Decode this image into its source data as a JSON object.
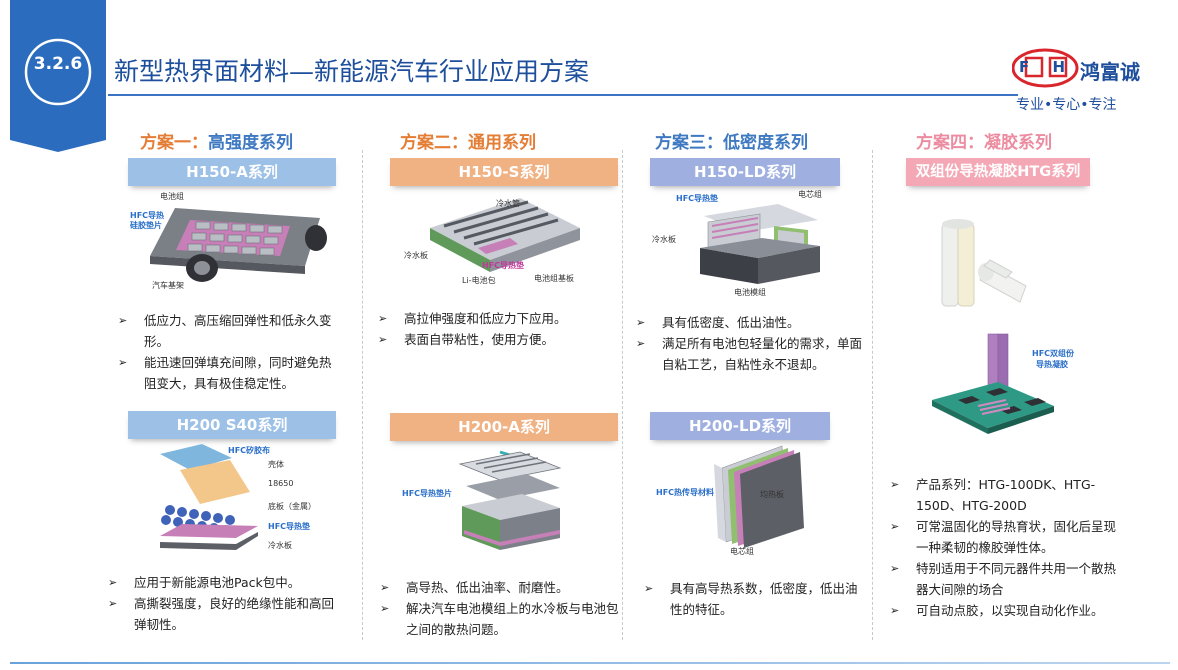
{
  "header": {
    "section_number": "3.2.6",
    "title": "新型热界面材料—新能源汽车行业应用方案",
    "logo_letters": "F H",
    "logo_name": "鸿富诚",
    "slogan": "专业•专心•专注"
  },
  "columns": [
    {
      "plan_prefix": "方案一：",
      "plan_name": "高强度系列",
      "top_series": "H150-A系列",
      "top_labels": [
        "电池组",
        "HFC导热",
        "硅胶垫片",
        "汽车基架"
      ],
      "top_bullets": [
        "低应力、高压缩回弹性和低永久变形。",
        "能迅速回弹填充间隙，同时避免热阻变大，具有极佳稳定性。"
      ],
      "bottom_series": "H200 S40系列",
      "bottom_labels": [
        "HFC矽胶布",
        "壳体",
        "18650",
        "底板（金属）",
        "HFC导热垫",
        "冷水板"
      ],
      "bottom_bullets": [
        "应用于新能源电池Pack包中。",
        "高撕裂强度，良好的绝缘性能和高回弹韧性。"
      ]
    },
    {
      "plan_prefix": "方案二：",
      "plan_name": "通用系列",
      "top_series": "H150-S系列",
      "top_labels": [
        "冷水管",
        "冷水板",
        "HFC导热垫",
        "Li-电池包",
        "电池组基板"
      ],
      "top_bullets": [
        "高拉伸强度和低应力下应用。",
        "表面自带粘性，使用方便。"
      ],
      "bottom_series": "H200-A系列",
      "bottom_labels": [
        "HFC导热垫片"
      ],
      "bottom_bullets": [
        "高导热、低出油率、耐磨性。",
        "解决汽车电池模组上的水冷板与电池包之间的散热问题。"
      ]
    },
    {
      "plan_prefix": "方案三：",
      "plan_name": "低密度系列",
      "top_series": "H150-LD系列",
      "top_labels": [
        "HFC导热垫",
        "电芯组",
        "冷水板",
        "电池模组"
      ],
      "top_bullets": [
        "具有低密度、低出油性。",
        "满足所有电池包轻量化的需求，单面自粘工艺，自粘性永不退却。"
      ],
      "bottom_series": "H200-LD系列",
      "bottom_labels": [
        "HFC热传导材料",
        "均热板",
        "电芯组"
      ],
      "bottom_bullets": [
        "具有高导热系数，低密度，低出油性的特征。"
      ]
    },
    {
      "plan_prefix": "方案四：",
      "plan_name": "凝胶系列",
      "top_series": "双组份导热凝胶HTG系列",
      "gel_labels": [
        "HFC双组份",
        "导热凝胶"
      ],
      "bullets": [
        "产品系列：HTG-100DK、HTG-150D、HTG-200D",
        "可常温固化的导热育状，固化后呈现一种柔韧的橡胶弹性体。",
        "特别适用于不同元器件共用一个散热器大间隙的场合",
        "可自动点胶，以实现自动化作业。"
      ]
    }
  ]
}
